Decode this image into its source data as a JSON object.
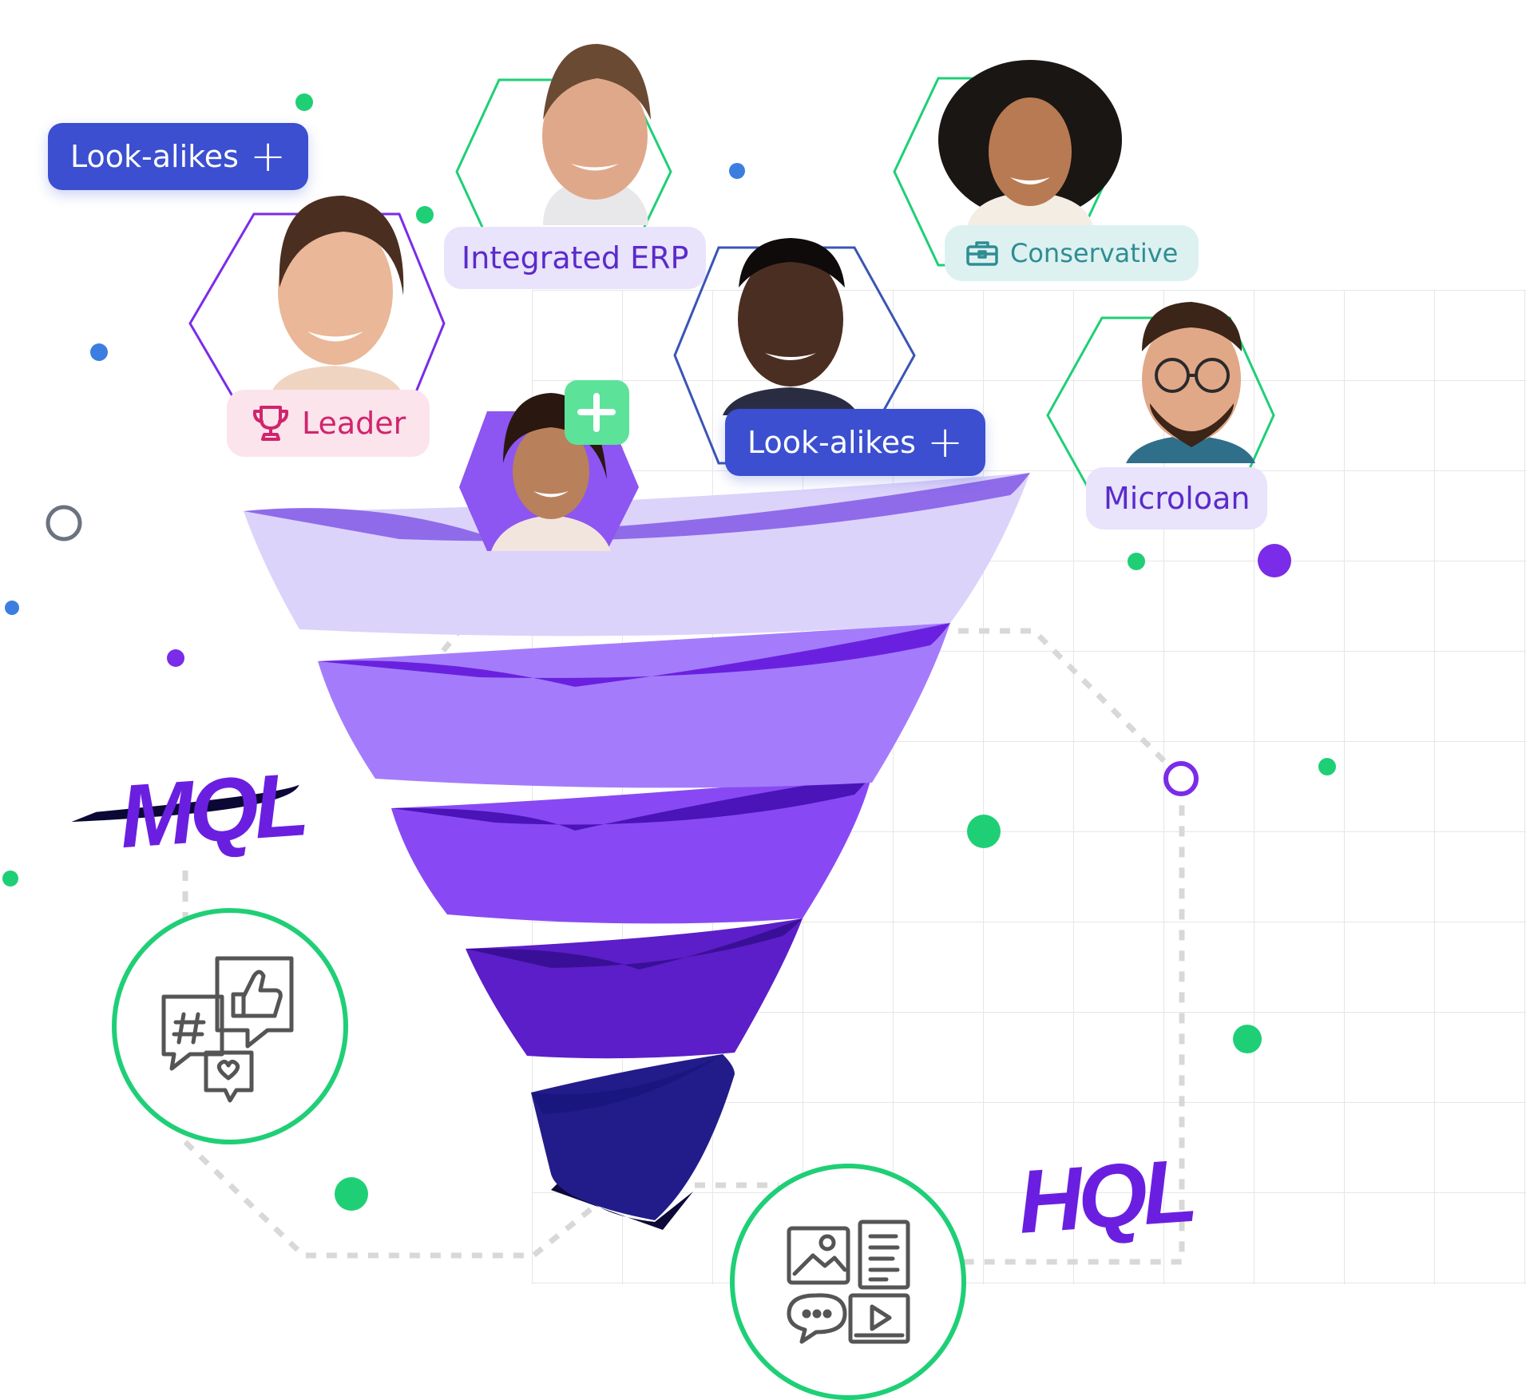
{
  "tags": {
    "lookalikes_top": "Look-alikes",
    "integrated_erp": "Integrated ERP",
    "conservative": "Conservative",
    "leader": "Leader",
    "lookalikes_mid": "Look-alikes",
    "microloan": "Microloan"
  },
  "stage_labels": {
    "mql": "MQL",
    "hql": "HQL"
  },
  "icons": {
    "social": [
      "hashtag-icon",
      "thumbs-up-icon",
      "heart-icon"
    ],
    "content": [
      "image-icon",
      "document-icon",
      "chat-icon",
      "video-icon"
    ],
    "tags": [
      "plus-icon",
      "trophy-icon",
      "briefcase-icon"
    ]
  },
  "colors": {
    "brand_blue": "#3b4fd0",
    "brand_purple": "#6a1fe0",
    "accent_green": "#1fcf76",
    "funnel_light": "#dcd3fb",
    "funnel_dark": "#1c1a6e"
  }
}
